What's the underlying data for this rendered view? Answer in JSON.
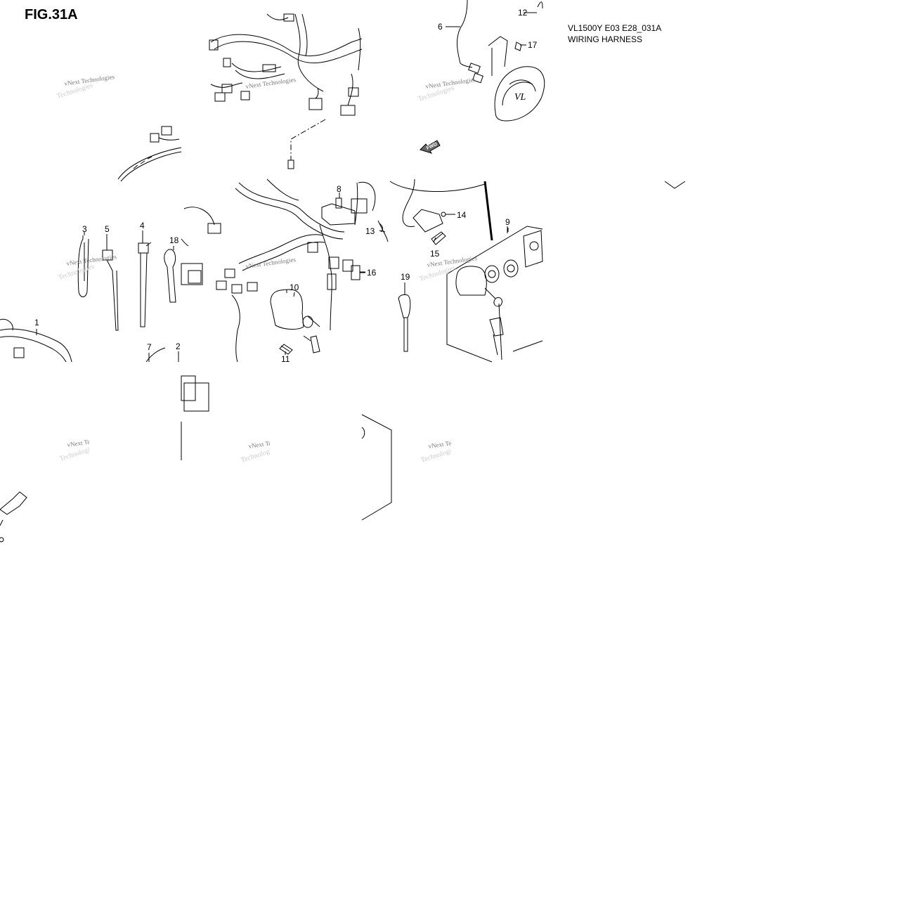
{
  "figure": {
    "title": "FIG.31A",
    "model_code": "VL1500Y E03 E28_031A",
    "section_name": "WIRING HARNESS"
  },
  "callouts": [
    "1",
    "2",
    "3",
    "4",
    "5",
    "6",
    "7",
    "8",
    "9",
    "10",
    "11",
    "12",
    "13",
    "14",
    "15",
    "16",
    "17",
    "18",
    "19"
  ],
  "watermark": {
    "line1": "vNext Technologies",
    "line2": "Technologies"
  },
  "direction_arrow": {
    "label": "FWD",
    "icon": "forward-arrow-icon"
  }
}
